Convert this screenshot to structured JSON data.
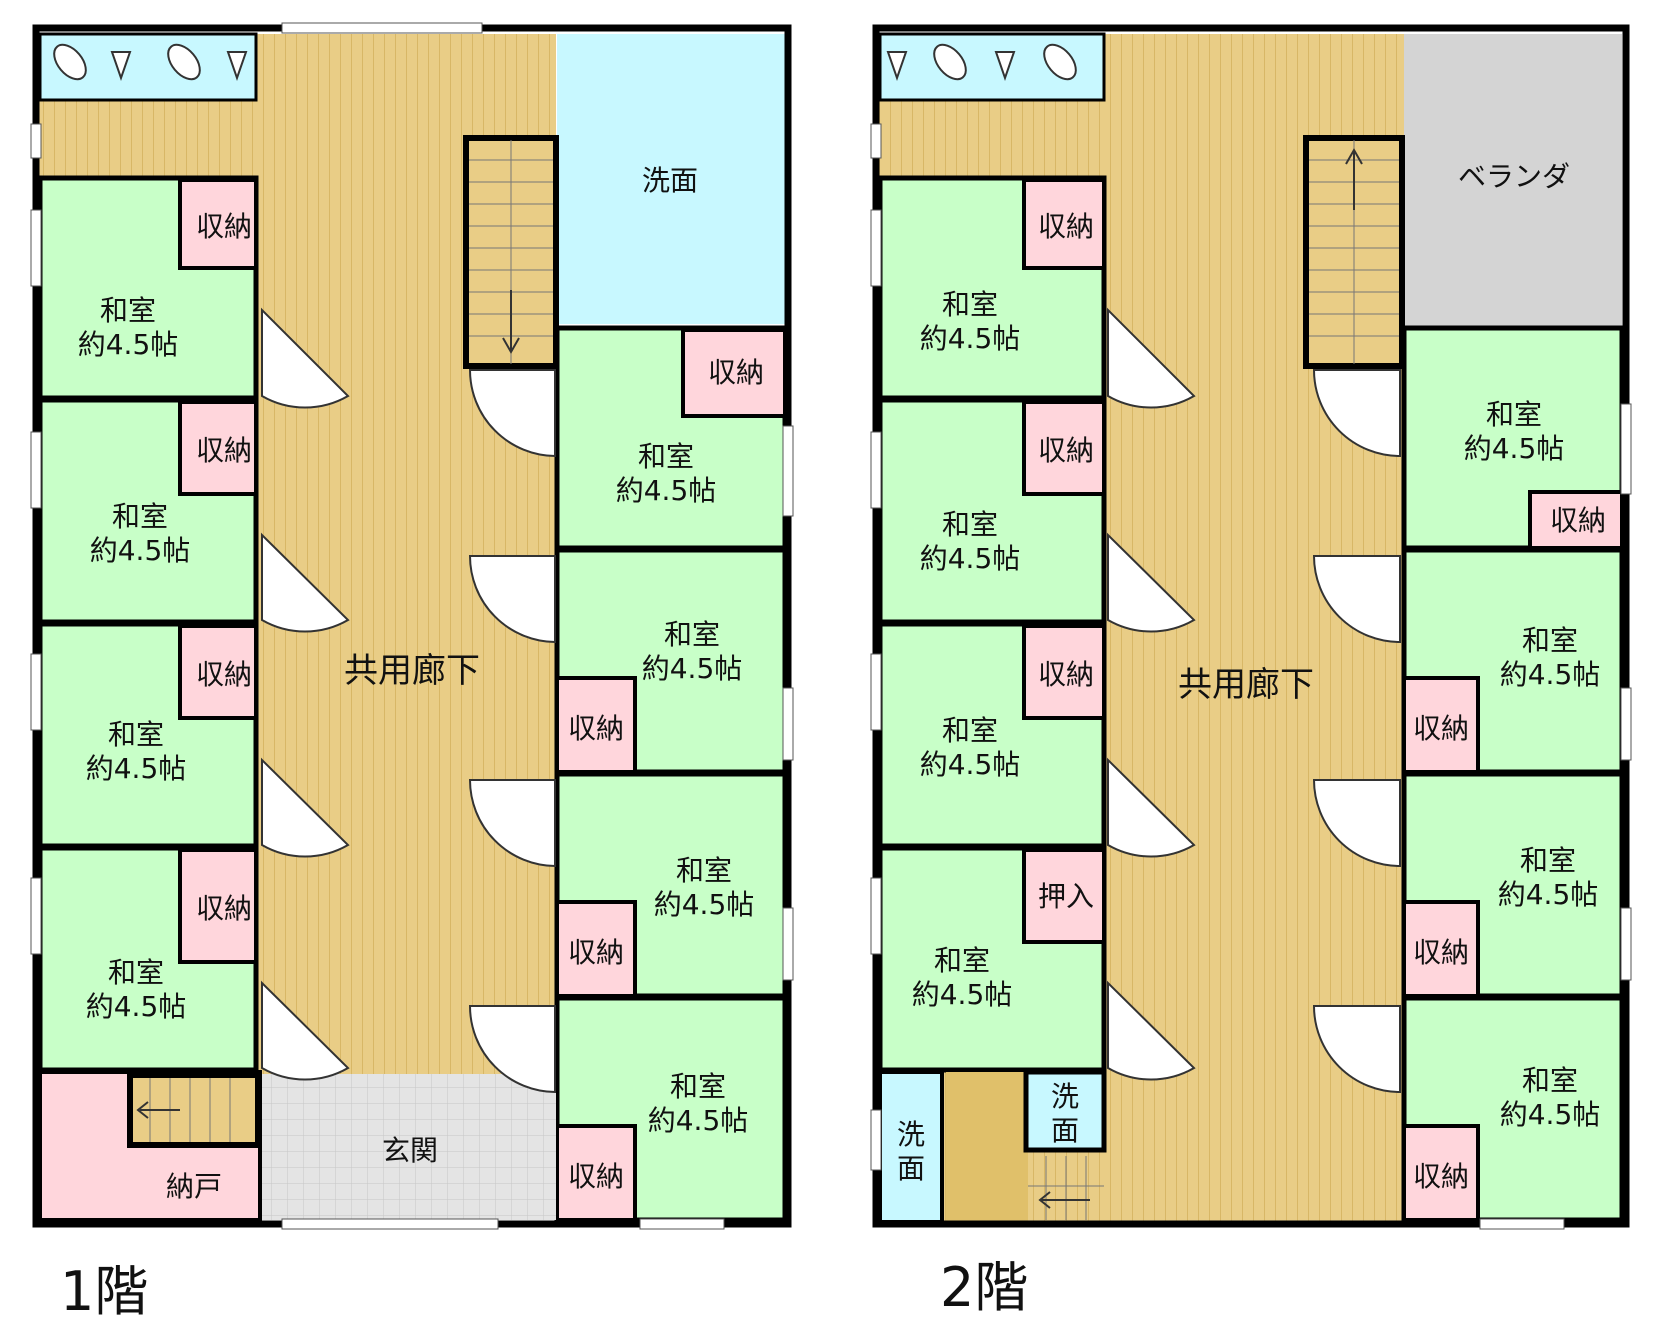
{
  "labels": {
    "room": "和室",
    "size": "約4.5帖",
    "storage": "収納",
    "corridor": "共用廊下",
    "washroom": "洗面",
    "entrance": "玄関",
    "closet": "納戸",
    "oshiire": "押入",
    "veranda": "ベランダ",
    "wash_v1": "洗",
    "wash_v2": "面"
  },
  "floors": {
    "first": "1階",
    "second": "2階"
  },
  "colors": {
    "wall": "#000000",
    "room": "#c8ffc8",
    "storage": "#ffd6dc",
    "corridor": "#e9cd86",
    "washroom": "#c8f8ff",
    "entrance": "#e3e3e3",
    "veranda": "#d4d4d4",
    "closet": "#ffd6dc",
    "toilet": "#c8f8ff"
  }
}
